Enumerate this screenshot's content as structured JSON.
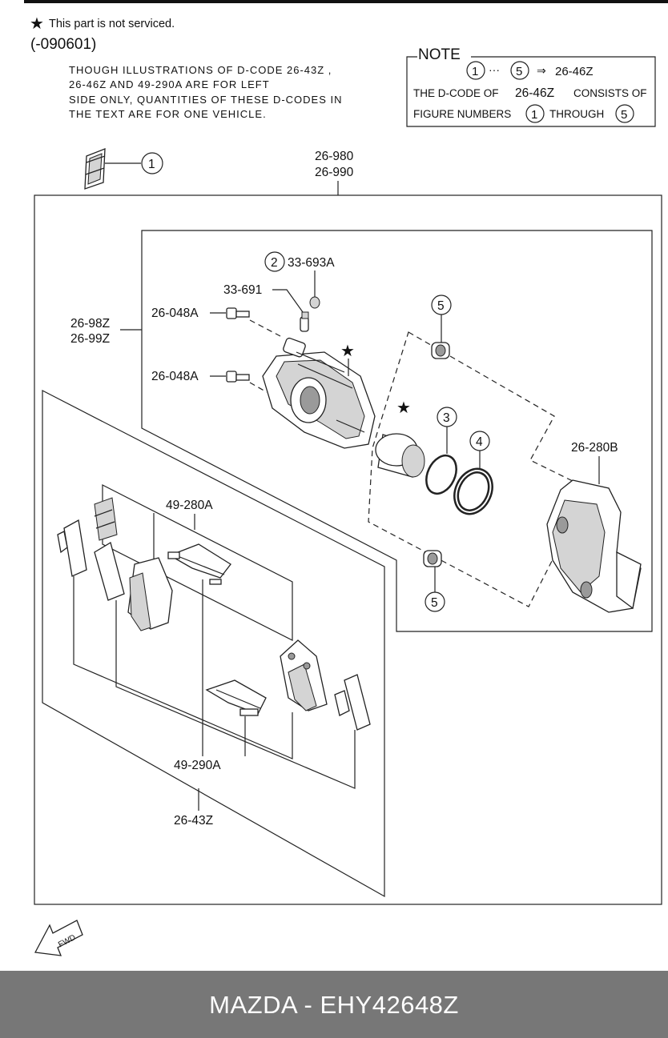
{
  "header": {
    "star_symbol": "★",
    "not_serviced": "This part is not serviced.",
    "code_range": "(-090601)",
    "description_lines": [
      "THOUGH ILLUSTRATIONS OF D-CODE 26-43Z ,",
      "26-46Z AND 49-290A ARE FOR LEFT",
      "SIDE ONLY, QUANTITIES OF THESE D-CODES IN",
      "THE TEXT ARE FOR ONE VEHICLE."
    ]
  },
  "note": {
    "title": "NOTE",
    "range_start": "1",
    "range_dots": "···",
    "range_end": "5",
    "arrow": "⇒",
    "range_code": "26-46Z",
    "line2_prefix": "THE D-CODE OF",
    "line2_code": "26-46Z",
    "line2_suffix": "CONSISTS OF",
    "line3_prefix": "FIGURE NUMBERS",
    "line3_num_a": "1",
    "line3_middle": "THROUGH",
    "line3_num_b": "5"
  },
  "callouts": {
    "c1": "1",
    "c2": "2",
    "c3": "3",
    "c4": "4",
    "c5_top": "5",
    "c5_bottom": "5"
  },
  "labels": {
    "assembly_a": "26-980",
    "assembly_b": "26-990",
    "caliper_a": "26-98Z",
    "caliper_b": "26-99Z",
    "bleeder_cap": "33-693A",
    "bleeder_screw": "33-691",
    "bolt_upper": "26-048A",
    "bolt_lower": "26-048A",
    "bracket": "26-280B",
    "shim_kit": "49-280A",
    "clip_kit": "49-290A",
    "pad_set": "26-43Z",
    "star_caliper": "★",
    "star_piston": "★",
    "fwd": "FWD"
  },
  "footer": {
    "title": "MAZDA - EHY42648Z"
  }
}
